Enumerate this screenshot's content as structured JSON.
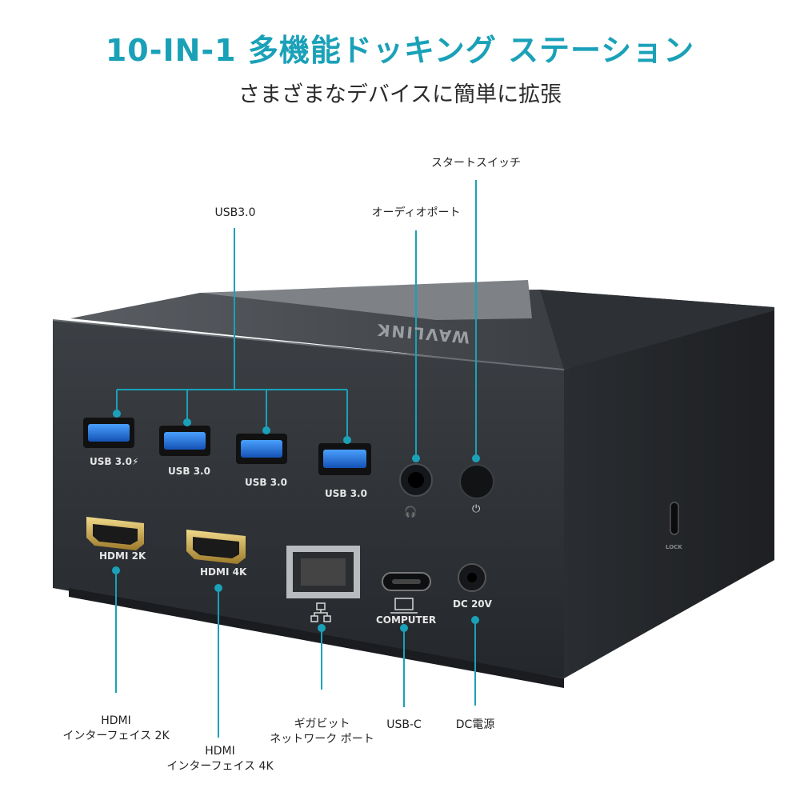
{
  "header": {
    "title": "10-IN-1 多機能ドッキング ステーション",
    "subtitle": "さまざまなデバイスに簡単に拡張"
  },
  "callouts": {
    "usb": "USB3.0",
    "audio": "オーディオポート",
    "power_switch": "スタートスイッチ",
    "hdmi2k_line1": "HDMI",
    "hdmi2k_line2": "インターフェイス 2K",
    "hdmi4k_line1": "HDMI",
    "hdmi4k_line2": "インターフェイス 4K",
    "ethernet_line1": "ギガビット",
    "ethernet_line2": "ネットワーク ポート",
    "usbc": "USB-C",
    "dc": "DC電源"
  },
  "port_labels": {
    "usb1": "USB 3.0⚡",
    "usb2": "USB 3.0",
    "usb3": "USB 3.0",
    "usb4": "USB 3.0",
    "hdmi2k": "HDMI 2K",
    "hdmi4k": "HDMI 4K",
    "computer": "COMPUTER",
    "dc": "DC 20V",
    "lock": "LOCK",
    "brand": "WAVLINK"
  },
  "colors": {
    "accent": "#1aa1b8",
    "usb_blue": "#1e6fd6",
    "hdmi_gold": "#c7a24a"
  }
}
